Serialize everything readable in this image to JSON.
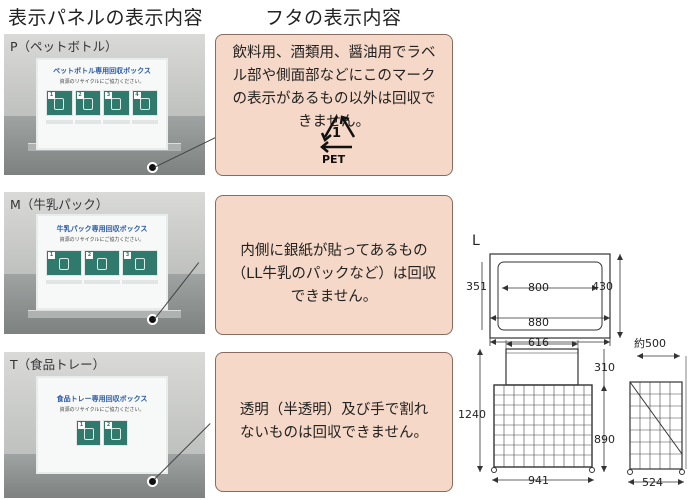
{
  "headings": {
    "display_panel": "表示パネルの表示内容",
    "lid_display": "フタの表示内容"
  },
  "sections": [
    {
      "caption": "P（ペットボトル）",
      "panel_title": "ペットボトル専用回収ボックス",
      "panel_subtitle": "資源のリサイクルにご協力ください。",
      "step_count": 4,
      "note": "飲料用、酒類用、醤油用でラベル部や側面部などにこのマークの表示があるもの以外は回収できません。",
      "mark": {
        "code": "1",
        "label": "PET"
      }
    },
    {
      "caption": "M（牛乳パック）",
      "panel_title": "牛乳パック専用回収ボックス",
      "panel_subtitle": "資源のリサイクルにご協力ください。",
      "step_count": 3,
      "note": "内側に銀紙が貼ってあるもの（LL牛乳のパックなど）は回収できません。"
    },
    {
      "caption": "T（食品トレー）",
      "panel_title": "食品トレー専用回収ボックス",
      "panel_subtitle": "資源のリサイクルにご協力ください。",
      "step_count": 2,
      "note": "透明（半透明）及び手で割れないものは回収できません。"
    }
  ],
  "diagram": {
    "size_label": "L",
    "top_view": {
      "inner_width": "800",
      "outer_width": "880",
      "inner_depth": "351",
      "outer_depth": "430"
    },
    "front_view": {
      "lid_width": "616",
      "lid_height": "310",
      "body_height": "890",
      "total_height": "1240",
      "base_width": "941"
    },
    "side_view": {
      "top_depth": "約500",
      "base_depth": "524"
    }
  },
  "colors": {
    "note_fill": "#f5d8c7",
    "note_border": "#8b6b5d",
    "panel_title": "#2a5aa6",
    "step_fill": "#2f7a6c"
  }
}
